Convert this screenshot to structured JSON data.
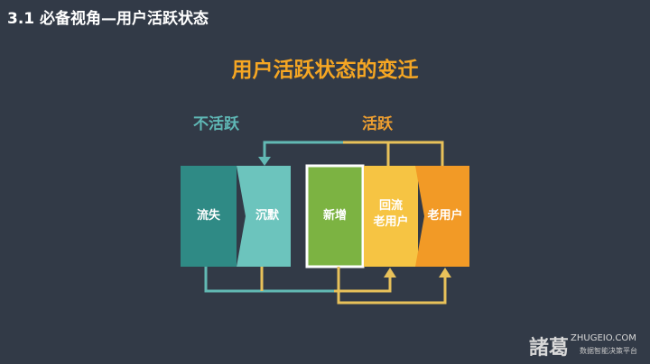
{
  "slide_title": "3.1 必备视角—用户活跃状态",
  "main_title": "用户活跃状态的变迁",
  "groups": {
    "inactive": "不活跃",
    "active": "活跃"
  },
  "boxes": {
    "churned": "流失",
    "silent": "沉默",
    "new_user": "新增",
    "returning_line1": "回流",
    "returning_line2": "老用户",
    "old_user": "老用户"
  },
  "logo": {
    "mark": "諸葛",
    "domain": "ZHUGEIO.COM",
    "tagline": "数据智能决策平台"
  },
  "colors": {
    "background": "#323a47",
    "teal_dark": "#2f8a85",
    "teal_light": "#6cc4bd",
    "green": "#7cb342",
    "yellow": "#f6c443",
    "orange": "#f29a26",
    "line_yellow": "#e8c15a",
    "line_teal": "#62b9b4"
  }
}
